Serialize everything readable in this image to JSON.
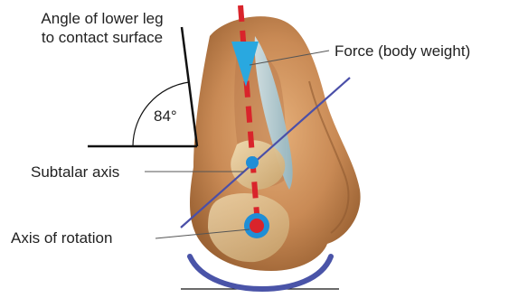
{
  "labels": {
    "angle_title": "Angle of lower leg to contact surface",
    "angle_value": "84°",
    "force": "Force (body weight)",
    "subtalar_axis": "Subtalar axis",
    "axis_of_rotation": "Axis of rotation"
  },
  "icons": {
    "force_arrow": "downward-arrow-icon",
    "subtalar_point": "blue-dot-icon",
    "rotation_point": "red-circle-icon"
  },
  "colors": {
    "force_line": "#d9242b",
    "force_arrow": "#29a8e0",
    "subtalar_axis": "#4a4fa8",
    "rotation_ring": "#1f8ed6",
    "rotation_center": "#d9242b",
    "contact_arc": "#4a54a8",
    "angle_lines": "#111111",
    "leader_lines": "#555555",
    "foot_tone": "#c98a55"
  }
}
